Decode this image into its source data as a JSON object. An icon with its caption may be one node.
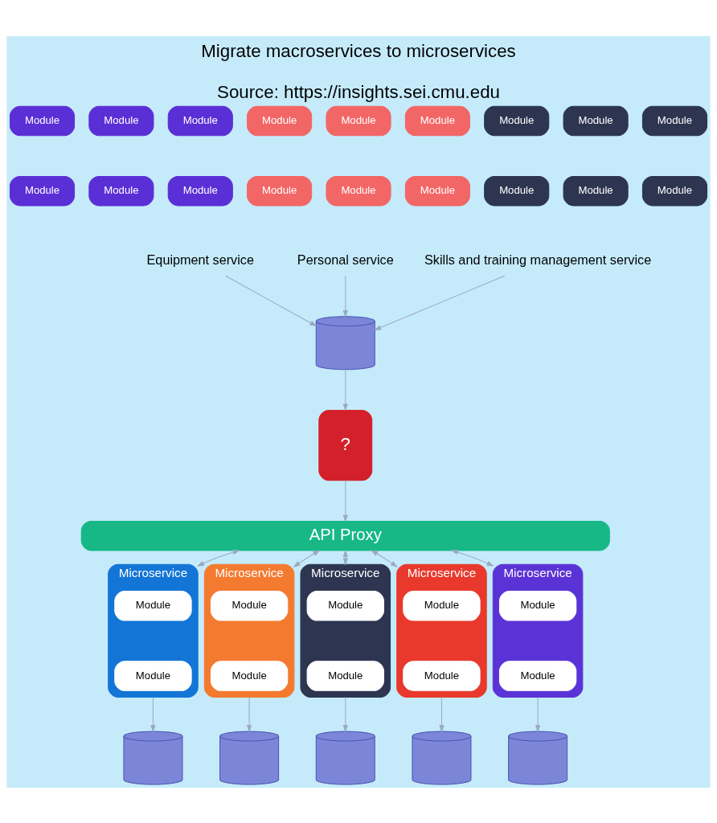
{
  "diagram": {
    "title": "Migrate macroservices to microservices",
    "caption": "Source: https://insights.sei.cmu.edu",
    "nodes": [
      {
        "text": [
          "Module"
        ]
      },
      {
        "text": [
          "Module"
        ]
      },
      {
        "text": [
          "Module"
        ]
      },
      {
        "text": [
          "Module"
        ]
      },
      {
        "text": [
          "Module"
        ]
      },
      {
        "text": [
          "Module"
        ]
      },
      {
        "text": [
          "Module"
        ]
      },
      {
        "text": [
          "Module"
        ]
      },
      {
        "text": [
          "Module"
        ]
      },
      {
        "text": [
          "Module"
        ]
      },
      {
        "text": [
          "Module"
        ]
      },
      {
        "text": [
          "Module"
        ]
      },
      {
        "text": [
          "Module"
        ]
      },
      {
        "text": [
          "Module"
        ]
      },
      {
        "text": [
          "Module"
        ]
      },
      {
        "text": [
          "Module"
        ]
      },
      {
        "text": [
          "Module"
        ]
      },
      {
        "text": [
          "Module"
        ]
      },
      {
        "text": [
          "Equipment service"
        ]
      },
      {
        "text": [
          "Personal service"
        ]
      },
      {
        "text": [
          "Skills and training management service"
        ]
      },
      {
        "text": [],
        "shape": "cylinder"
      },
      {
        "text": [
          "?"
        ]
      },
      {
        "text": [
          "API Proxy"
        ]
      },
      {
        "text": [
          "Microservice"
        ]
      },
      {
        "text": [
          "Module"
        ],
        "in": 24
      },
      {
        "text": [
          "Module"
        ],
        "in": 24
      },
      {
        "text": [
          "Microservice"
        ]
      },
      {
        "text": [
          "Module"
        ],
        "in": 27
      },
      {
        "text": [
          "Module"
        ],
        "in": 27
      },
      {
        "text": [
          "Microservice"
        ]
      },
      {
        "text": [
          "Module"
        ],
        "in": 30
      },
      {
        "text": [
          "Module"
        ],
        "in": 30
      },
      {
        "text": [
          "Microservice"
        ]
      },
      {
        "text": [
          "Module"
        ],
        "in": 33
      },
      {
        "text": [
          "Module"
        ],
        "in": 33
      },
      {
        "text": [
          "Microservice"
        ]
      },
      {
        "text": [
          "Module"
        ],
        "in": 36
      },
      {
        "text": [
          "Module"
        ],
        "in": 36
      },
      {
        "text": [],
        "shape": "cylinder"
      },
      {
        "text": [],
        "shape": "cylinder"
      },
      {
        "text": [],
        "shape": "cylinder"
      },
      {
        "text": [],
        "shape": "cylinder"
      },
      {
        "text": [],
        "shape": "cylinder"
      }
    ],
    "edges": [
      {
        "from": 18,
        "to": 21,
        "arrow": "to"
      },
      {
        "from": 19,
        "to": 21,
        "arrow": "to"
      },
      {
        "from": 20,
        "to": 21,
        "arrow": "to"
      },
      {
        "from": 21,
        "to": 22,
        "arrow": "to"
      },
      {
        "from": 22,
        "to": 23,
        "arrow": "to"
      },
      {
        "from": 23,
        "to": 24,
        "arrow": "both"
      },
      {
        "from": 23,
        "to": 27,
        "arrow": "both"
      },
      {
        "from": 23,
        "to": 30,
        "arrow": "both"
      },
      {
        "from": 23,
        "to": 33,
        "arrow": "both"
      },
      {
        "from": 23,
        "to": 36,
        "arrow": "both"
      },
      {
        "from": 24,
        "to": 39,
        "arrow": "to"
      },
      {
        "from": 27,
        "to": 40,
        "arrow": "to"
      },
      {
        "from": 30,
        "to": 41,
        "arrow": "to"
      },
      {
        "from": 33,
        "to": 42,
        "arrow": "to"
      },
      {
        "from": 36,
        "to": 43,
        "arrow": "to"
      }
    ]
  }
}
